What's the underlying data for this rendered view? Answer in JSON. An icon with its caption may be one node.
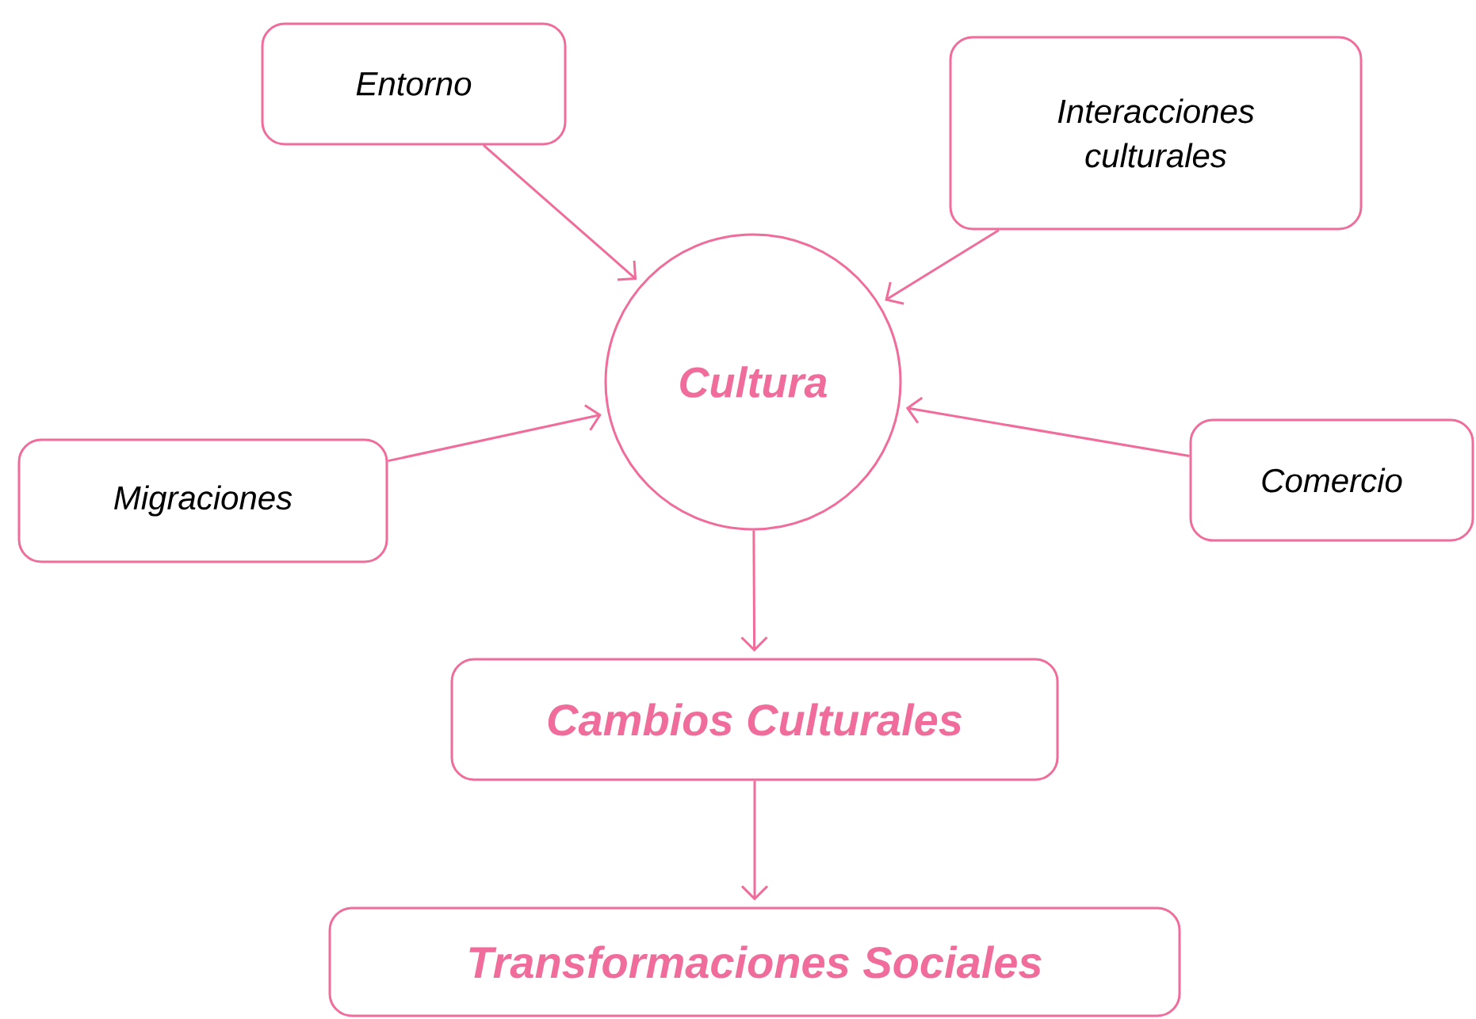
{
  "diagram": {
    "nodes": [
      {
        "text": [
          "Entorno"
        ]
      },
      {
        "text": [
          "Interacciones culturales"
        ]
      },
      {
        "text": [
          "Cultura"
        ]
      },
      {
        "text": [
          "Migraciones"
        ]
      },
      {
        "text": [
          "Comercio"
        ]
      },
      {
        "text": [
          "Cambios Culturales"
        ]
      },
      {
        "text": [
          "Transformaciones Sociales"
        ]
      }
    ],
    "edges": [
      {
        "from": 0,
        "to": 2,
        "arrow": "to"
      },
      {
        "from": 1,
        "to": 2,
        "arrow": "to"
      },
      {
        "from": 3,
        "to": 2,
        "arrow": "to"
      },
      {
        "from": 4,
        "to": 2,
        "arrow": "to"
      },
      {
        "from": 2,
        "to": 5,
        "arrow": "to"
      },
      {
        "from": 5,
        "to": 6,
        "arrow": "to"
      }
    ]
  }
}
